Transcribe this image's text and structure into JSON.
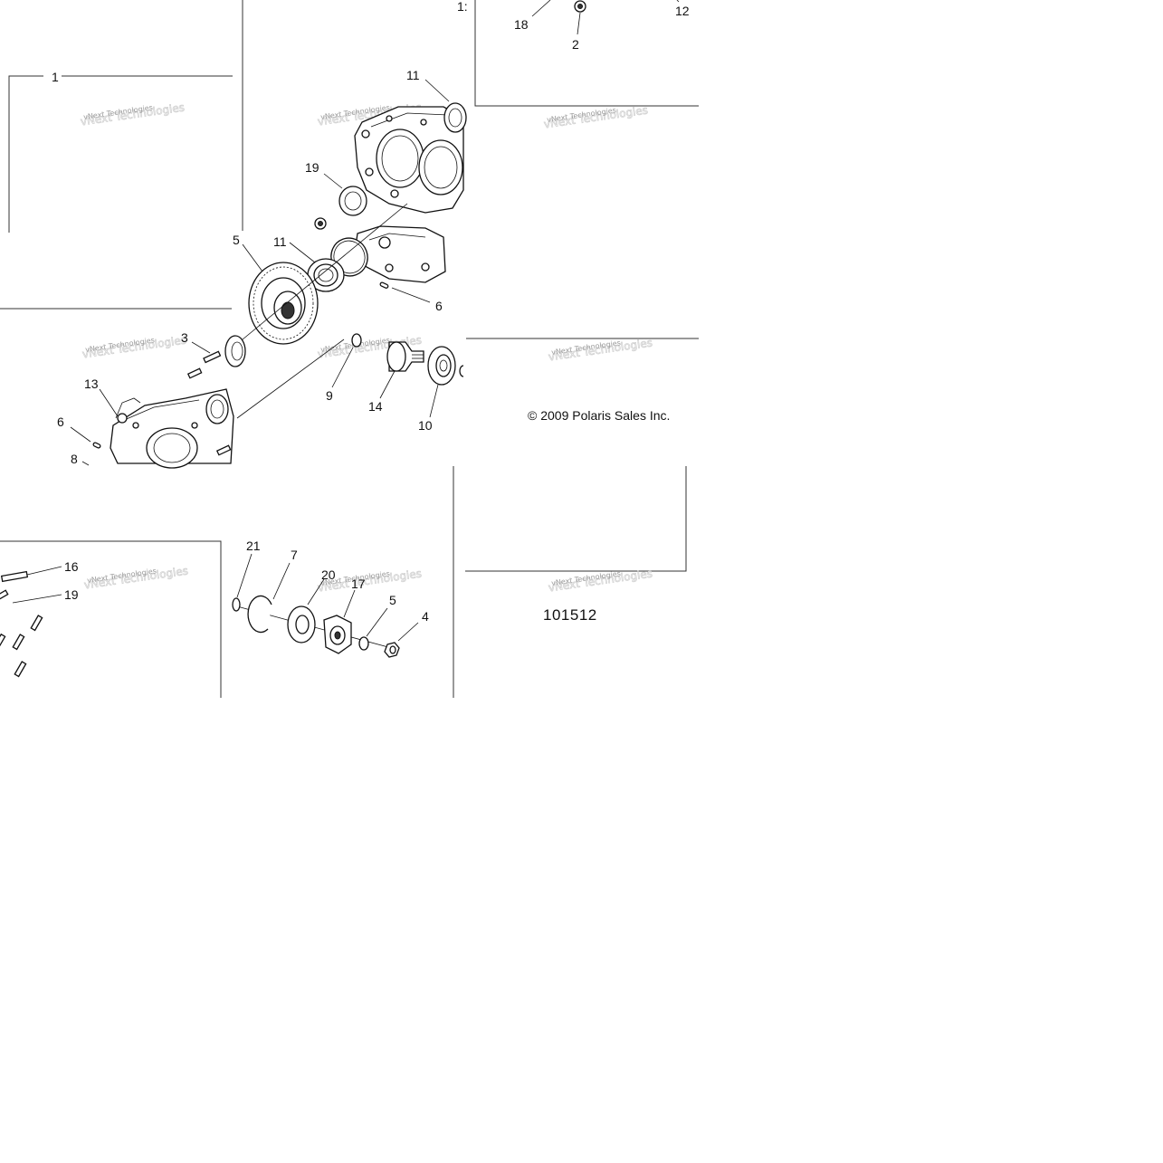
{
  "copyright": "© 2009 Polaris Sales Inc.",
  "figure_number": "101512",
  "watermark": "vNext Technologies",
  "callouts": {
    "c18": "18",
    "c2": "2",
    "c12": "12",
    "c15": "1:",
    "c1": "1",
    "c11a": "11",
    "c19a": "19",
    "c5a": "5",
    "c11b": "11",
    "c6a": "6",
    "c3": "3",
    "c13": "13",
    "c6b": "6",
    "c8": "8",
    "c9": "9",
    "c14": "14",
    "c10": "10",
    "c16": "16",
    "c19b": "19",
    "c21": "21",
    "c7": "7",
    "c20": "20",
    "c17": "17",
    "c5b": "5",
    "c4": "4"
  }
}
